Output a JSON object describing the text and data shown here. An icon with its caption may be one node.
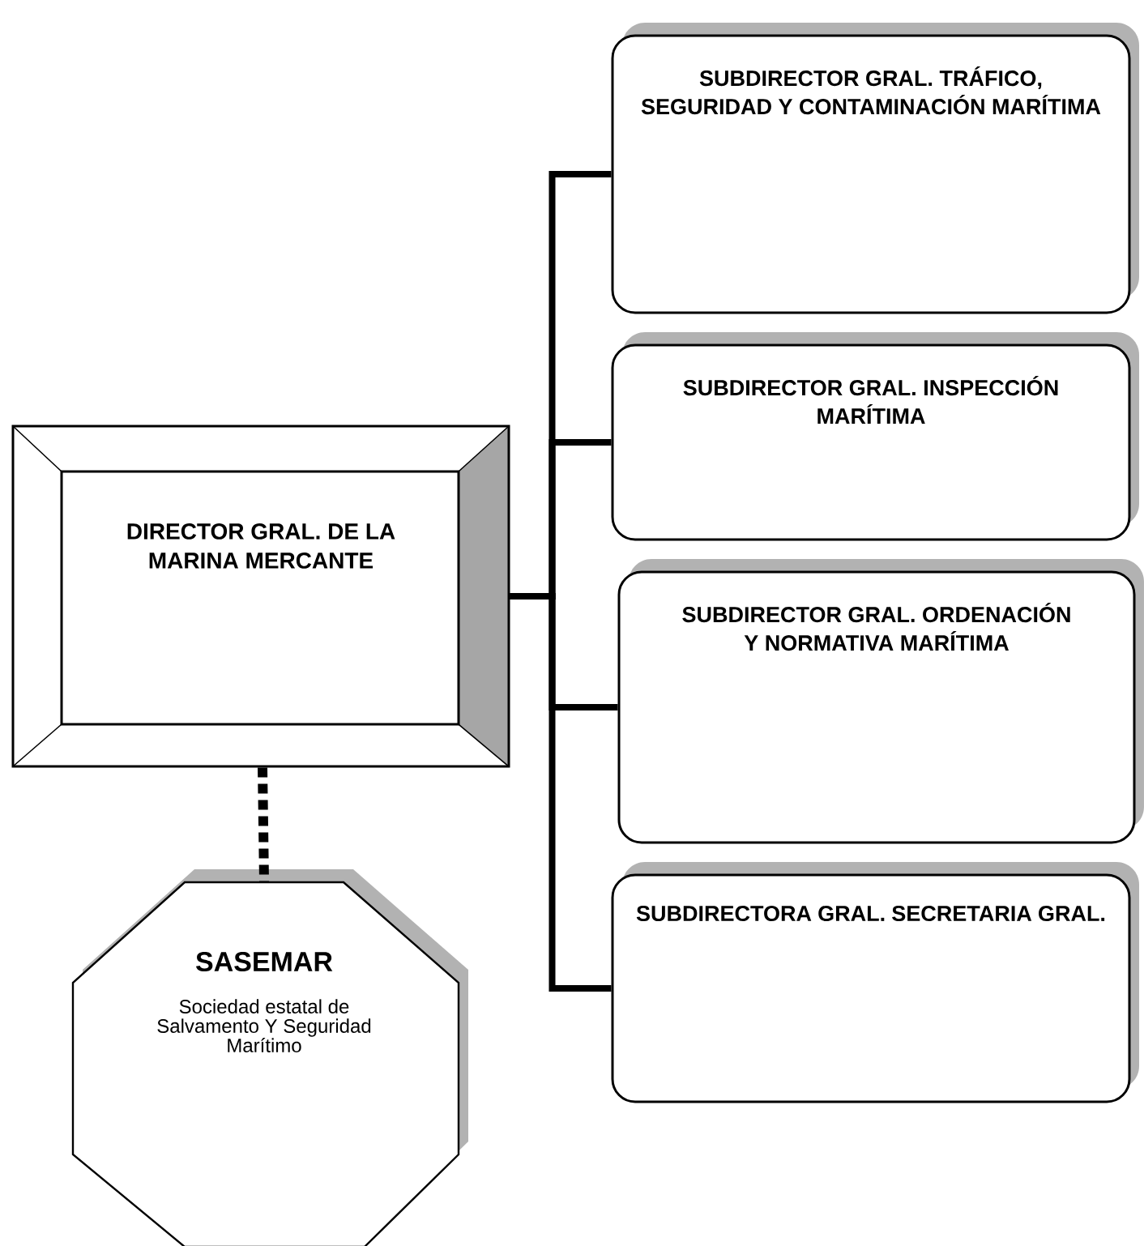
{
  "diagram": {
    "nodes": [
      {
        "text": [
          "DIRECTOR GRAL. DE LA MARINA MERCANTE"
        ]
      },
      {
        "text": [
          "SUBDIRECTOR GRAL. TRÁFICO, SEGURIDAD Y CONTAMINACIÓN MARÍTIMA"
        ]
      },
      {
        "text": [
          "SUBDIRECTOR GRAL. INSPECCIÓN MARÍTIMA"
        ]
      },
      {
        "text": [
          "SUBDIRECTOR GRAL. ORDENACIÓN Y NORMATIVA MARÍTIMA"
        ]
      },
      {
        "text": [
          "SUBDIRECTORA GRAL. SECRETARIA GRAL."
        ]
      },
      {
        "text": [
          "SASEMAR",
          "Sociedad estatal de Salvamento Y Seguridad Marítimo"
        ]
      }
    ],
    "edges": [
      {
        "from": 0,
        "to": 1,
        "arrow": "none"
      },
      {
        "from": 0,
        "to": 2,
        "arrow": "none"
      },
      {
        "from": 0,
        "to": 3,
        "arrow": "none"
      },
      {
        "from": 0,
        "to": 4,
        "arrow": "none"
      },
      {
        "from": 0,
        "to": 5,
        "arrow": "none",
        "style": "dashed"
      }
    ]
  }
}
